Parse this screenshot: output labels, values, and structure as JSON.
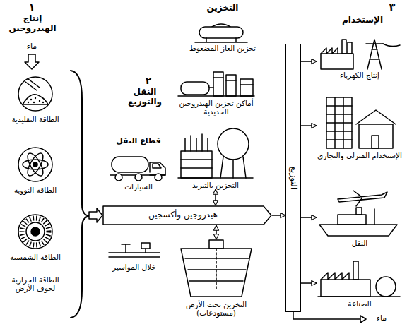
{
  "diagram": {
    "nodes": [
      {
        "text": [
          "الطاقة التقليدية"
        ]
      },
      {
        "text": [
          "الطاقة النووية"
        ]
      },
      {
        "text": [
          "الطاقة الشمسية"
        ]
      },
      {
        "text": [
          "تخزين الغاز المضغوط"
        ]
      },
      {
        "text": [
          "أماكن تخزين الهيدروجين الحديدية"
        ]
      },
      {
        "text": [
          "السيارات"
        ]
      },
      {
        "text": [
          "التخزين بالتبريد"
        ]
      },
      {
        "text": [
          "هيدروجين وأكسجين"
        ]
      },
      {
        "text": [
          "خلال المواسير"
        ]
      },
      {
        "text": [
          "التخزين تحت الأرض (مستودعات)"
        ]
      },
      {
        "text": [
          "التوزيع"
        ]
      },
      {
        "text": [
          "إنتاج الكهرباء"
        ]
      },
      {
        "text": [
          "الإستخدام المنزلي والتجاري"
        ]
      },
      {
        "text": [
          "النقل"
        ]
      },
      {
        "text": [
          "الصناعة"
        ]
      }
    ],
    "edges": [
      {
        "from": 7,
        "to": 10,
        "arrow": "to"
      },
      {
        "from": 10,
        "to": 11,
        "arrow": "to"
      },
      {
        "from": 10,
        "to": 12,
        "arrow": "to"
      },
      {
        "from": 10,
        "to": 13,
        "arrow": "to"
      },
      {
        "from": 10,
        "to": 14,
        "arrow": "to"
      },
      {
        "from": 6,
        "to": 7,
        "arrow": "both"
      },
      {
        "from": 7,
        "to": 9,
        "arrow": "both"
      }
    ],
    "labels": [
      "١",
      "إنتاج الهيدروجين",
      "ماء",
      "الطاقة الحرارية لجوف الأرض",
      "٢",
      "النقل والتوزيع",
      "التخزين",
      "قطاع النقل",
      "٣",
      "الإستخدام",
      "ماء"
    ]
  }
}
